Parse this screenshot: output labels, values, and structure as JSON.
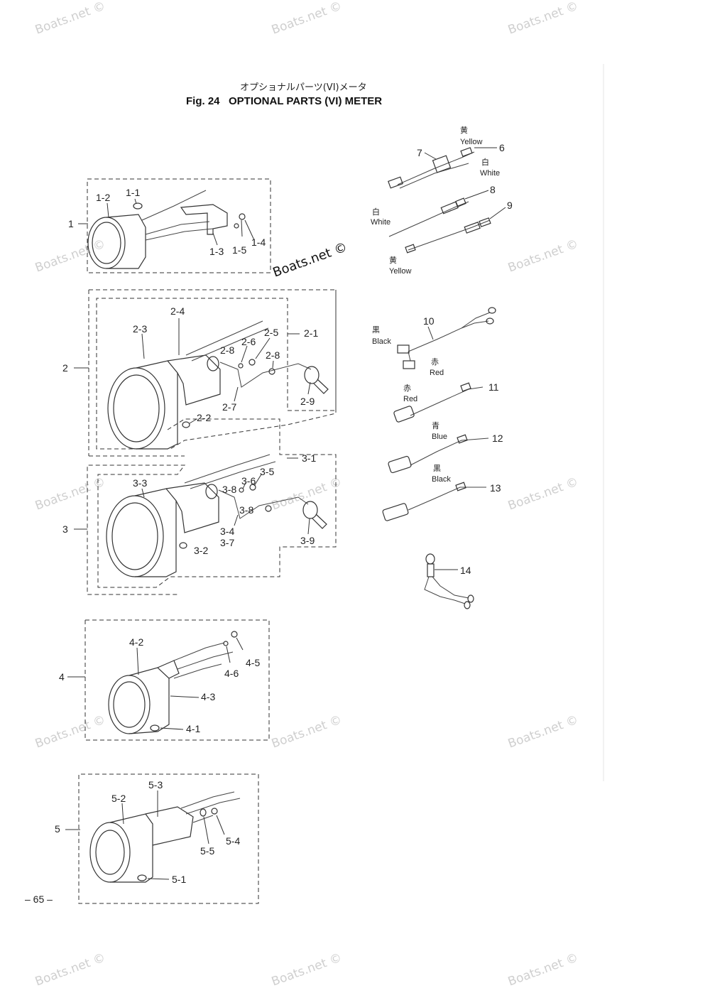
{
  "title": {
    "jp": "オプショナルパーツ(VI)メータ",
    "en": "Fig. 24   OPTIONAL PARTS (VI) METER"
  },
  "watermark": "Boats.net ©",
  "copyright": "Boats.net ©",
  "page_number": "– 65 –",
  "callouts": {
    "c1": "1",
    "c1_1": "1-1",
    "c1_2": "1-2",
    "c1_3": "1-3",
    "c1_4": "1-4",
    "c1_5": "1-5",
    "c2": "2",
    "c2_1": "2-1",
    "c2_2": "2-2",
    "c2_3": "2-3",
    "c2_4": "2-4",
    "c2_5": "2-5",
    "c2_6": "2-6",
    "c2_7": "2-7",
    "c2_8a": "2-8",
    "c2_8b": "2-8",
    "c2_9": "2-9",
    "c3": "3",
    "c3_1": "3-1",
    "c3_2": "3-2",
    "c3_3": "3-3",
    "c3_4": "3-4",
    "c3_5": "3-5",
    "c3_6": "3-6",
    "c3_7": "3-7",
    "c3_8a": "3-8",
    "c3_8b": "3-8",
    "c3_9": "3-9",
    "c4": "4",
    "c4_1": "4-1",
    "c4_2": "4-2",
    "c4_3": "4-3",
    "c4_5": "4-5",
    "c4_6": "4-6",
    "c5": "5",
    "c5_1": "5-1",
    "c5_2": "5-2",
    "c5_3": "5-3",
    "c5_4": "5-4",
    "c5_5": "5-5",
    "c6": "6",
    "c7": "7",
    "c8": "8",
    "c9": "9",
    "c10": "10",
    "c11": "11",
    "c12": "12",
    "c13": "13",
    "c14": "14"
  },
  "wire_colors": {
    "p6_yellow_jp": "黄",
    "p6_yellow": "Yellow",
    "p6_white_jp": "白",
    "p6_white": "White",
    "p8_white_jp": "白",
    "p8_white": "White",
    "p9_yellow_jp": "黄",
    "p9_yellow": "Yellow",
    "p10_black_jp": "黒",
    "p10_black": "Black",
    "p10_red_jp": "赤",
    "p10_red": "Red",
    "p11_red_jp": "赤",
    "p11_red": "Red",
    "p12_blue_jp": "青",
    "p12_blue": "Blue",
    "p13_black_jp": "黒",
    "p13_black": "Black"
  }
}
